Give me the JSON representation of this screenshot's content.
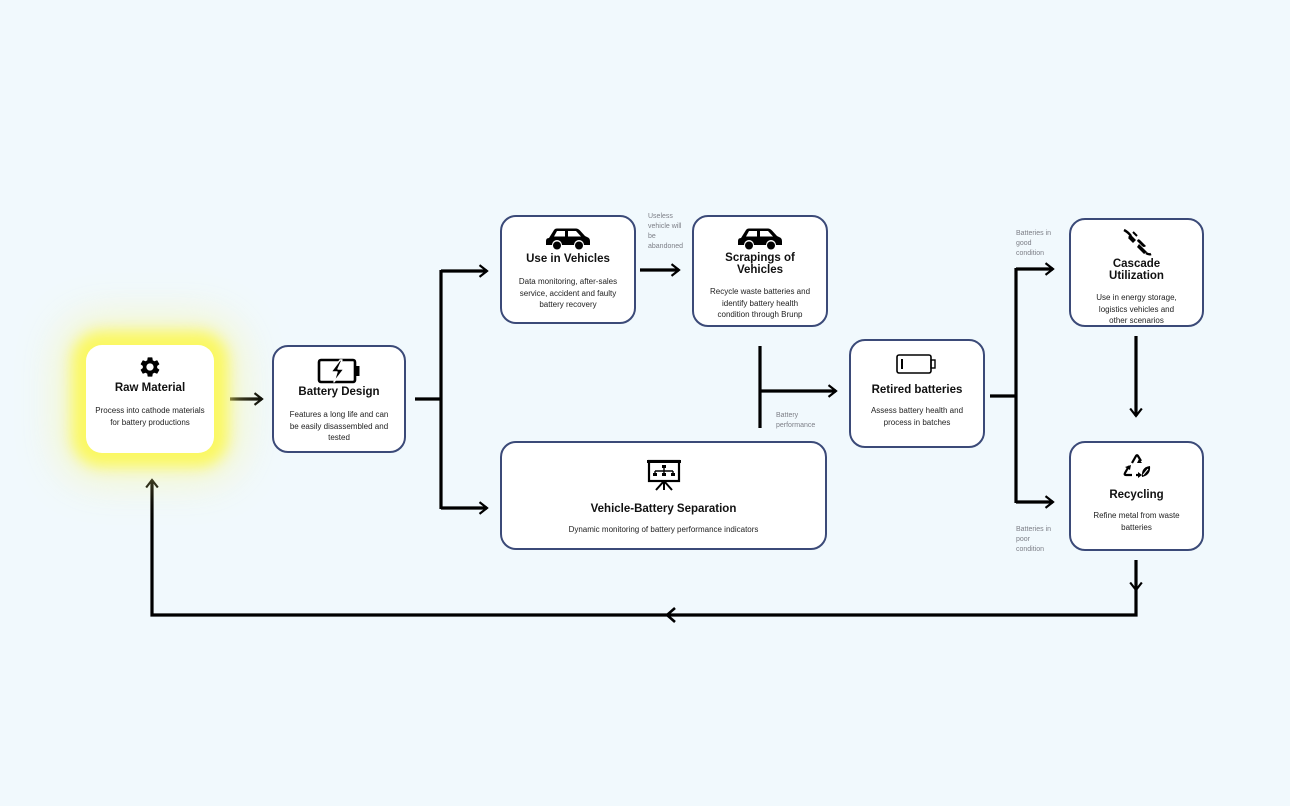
{
  "nodes": {
    "raw_material": {
      "icon": "gear-icon",
      "title": "Raw Material",
      "desc": "Process into cathode materials for battery productions"
    },
    "battery_design": {
      "icon": "battery-charging-icon",
      "title": "Battery Design",
      "desc": "Features a long life and can be easily disassembled and tested"
    },
    "use_in_vehicles": {
      "icon": "car-icon",
      "title": "Use in Vehicles",
      "desc": "Data monitoring, after-sales service, accident and faulty battery recovery"
    },
    "scrapings_of_vehicles": {
      "icon": "car-icon",
      "title": "Scrapings of Vehicles",
      "desc": "Recycle waste batteries and identify battery health condition through Brunp"
    },
    "vehicle_battery_separation": {
      "icon": "presentation-chart-icon",
      "title": "Vehicle-Battery Separation",
      "desc": "Dynamic monitoring of battery performance indicators"
    },
    "retired_batteries": {
      "icon": "battery-empty-icon",
      "title": "Retired batteries",
      "desc": "Assess battery health and process in batches"
    },
    "cascade_utilization": {
      "icon": "plug-icon",
      "title": "Cascade Utilization",
      "desc": "Use in energy storage, logistics vehicles and other scenarios"
    },
    "recycling": {
      "icon": "recycle-leaf-icon",
      "title": "Recycling",
      "desc": "Refine metal from waste batteries"
    }
  },
  "edge_labels": {
    "useless_vehicle": "Useless vehicle will be abandoned",
    "battery_performance": "Battery performance",
    "good_condition": "Batteries in good condition",
    "poor_condition": "Batteries in poor condition"
  },
  "colors": {
    "background": "#f1f9fd",
    "node_border": "#3b4a78",
    "highlight_glow": "#fcf850",
    "arrow": "#000000",
    "label_text": "#7d7f87"
  }
}
